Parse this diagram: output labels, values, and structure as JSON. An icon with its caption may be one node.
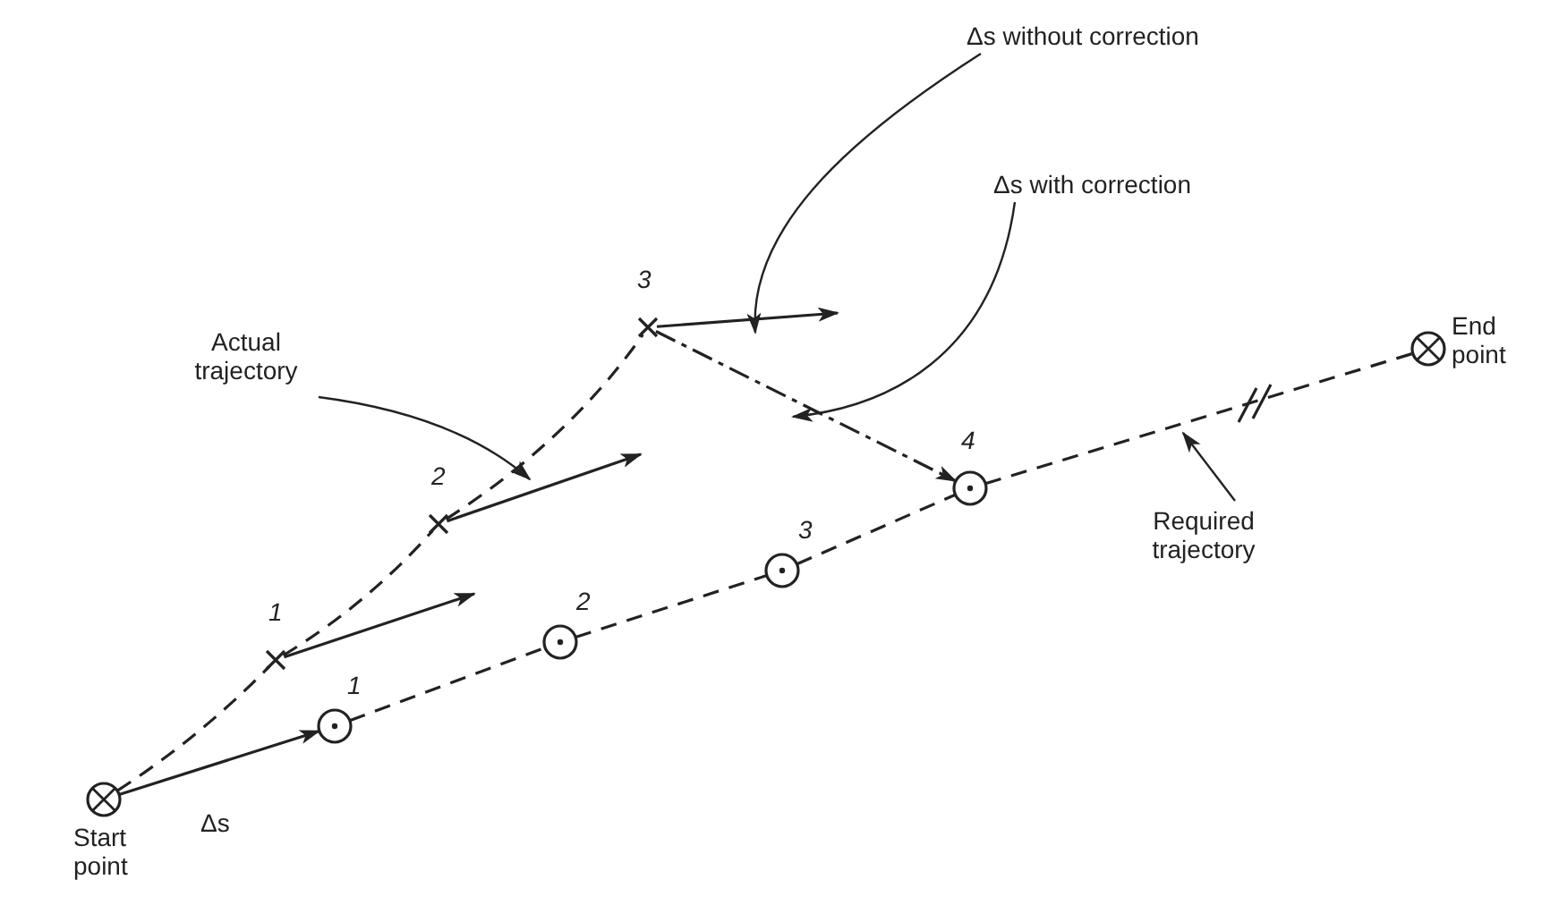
{
  "diagram": {
    "nodes": [
      {
        "text": [],
        "shape": "circle",
        "beside": [
          "Start point"
        ]
      },
      {
        "text": [],
        "shape": "circle",
        "beside": [
          "1"
        ]
      },
      {
        "text": [],
        "shape": "circle",
        "beside": [
          "2"
        ]
      },
      {
        "text": [],
        "shape": "circle",
        "beside": [
          "3"
        ]
      },
      {
        "text": [],
        "shape": "circle",
        "beside": [
          "4"
        ]
      },
      {
        "text": [],
        "shape": "circle",
        "beside": [
          "End point"
        ]
      },
      {
        "text": [],
        "shape": "cross",
        "beside": [
          "1"
        ]
      },
      {
        "text": [],
        "shape": "cross",
        "beside": [
          "2"
        ]
      },
      {
        "text": [],
        "shape": "cross",
        "beside": [
          "3"
        ]
      },
      {
        "text": [
          "Actual trajectory"
        ]
      },
      {
        "text": [
          "Δs without correction"
        ]
      },
      {
        "text": [
          "Δs with correction"
        ]
      },
      {
        "text": [
          "Required trajectory"
        ]
      }
    ],
    "edges": [
      {
        "from": 0,
        "to": 1,
        "arrow": "to",
        "label": "Δs"
      },
      {
        "from": 1,
        "to": 2,
        "arrow": "none",
        "style": "dashed"
      },
      {
        "from": 2,
        "to": 3,
        "arrow": "none",
        "style": "dashed"
      },
      {
        "from": 3,
        "to": 4,
        "arrow": "none",
        "style": "dashed"
      },
      {
        "from": 4,
        "to": 5,
        "arrow": "none",
        "style": "dashed"
      },
      {
        "from": 0,
        "to": 6,
        "arrow": "none",
        "style": "dashed"
      },
      {
        "from": 6,
        "to": 7,
        "arrow": "none",
        "style": "dashed"
      },
      {
        "from": 7,
        "to": 8,
        "arrow": "none",
        "style": "dashed"
      },
      {
        "from": 6,
        "to": null,
        "arrow": "to"
      },
      {
        "from": 7,
        "to": null,
        "arrow": "to"
      },
      {
        "from": 8,
        "to": null,
        "arrow": "to"
      },
      {
        "from": 8,
        "to": 4,
        "arrow": "to",
        "style": "dashed"
      },
      {
        "from": 9,
        "to": null,
        "arrow": "to"
      },
      {
        "from": 10,
        "to": null,
        "arrow": "to"
      },
      {
        "from": 11,
        "to": null,
        "arrow": "to"
      },
      {
        "from": 12,
        "to": null,
        "arrow": "to"
      }
    ]
  }
}
